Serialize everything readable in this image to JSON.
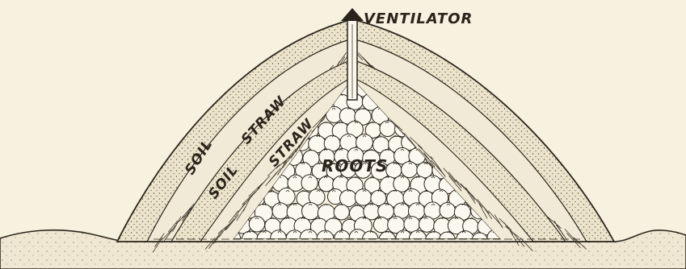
{
  "diagram": {
    "labels": {
      "ventilator": "VENTILATOR",
      "soil_outer": "SOIL",
      "straw_outer": "STRAW",
      "soil_inner": "SOIL",
      "straw_inner": "STRAW",
      "roots": "ROOTS"
    }
  },
  "colors": {
    "paper": "#f7f1e0",
    "ink": "#2a241c",
    "soil": "#ece3cb",
    "straw": "#f1ead6",
    "root_fill": "#fbf8ef"
  }
}
